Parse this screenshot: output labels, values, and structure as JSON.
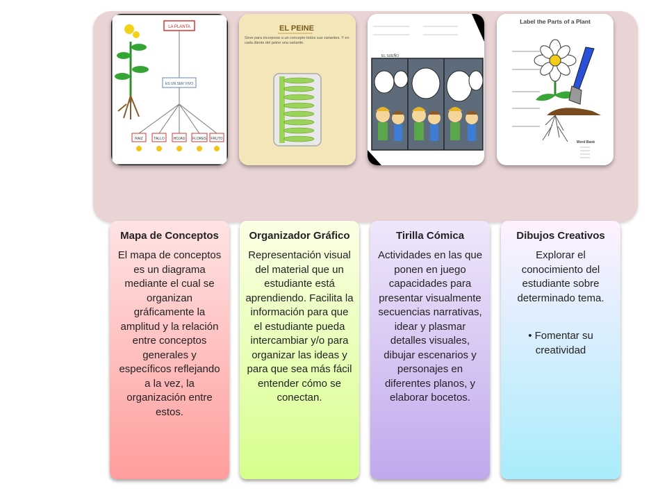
{
  "thumbnails": {
    "concept_map": {
      "title_label": "LA PLANTA",
      "middle_label": "ES UN SER VIVO",
      "leaf_labels": [
        "RAIZ",
        "TALLO",
        "HOJAS",
        "FLORES",
        "FRUTO"
      ]
    },
    "peine": {
      "title": "EL PEINE",
      "description": "Sirve para incorporar a un concepto todos sus variantes. Y en cada diente del peine una variante."
    },
    "comic": {
      "header_label": "EL SUEÑO"
    },
    "plant_label": {
      "title": "Label the Parts of a Plant",
      "word_bank": "Word Bank"
    }
  },
  "cards": [
    {
      "title": "Mapa de Conceptos",
      "body": "El mapa de conceptos es un diagrama mediante el cual se organizan gráficamente la amplitud y la relación entre conceptos generales y específicos reflejando a la vez, la organización entre estos."
    },
    {
      "title": "Organizador Gráfico",
      "body": "Representación visual del material que un estudiante está aprendiendo. Facilita la información para que el estudiante pueda intercambiar y/o para organizar las ideas y para que sea más fácil entender cómo se conectan."
    },
    {
      "title": "Tirilla Cómica",
      "body": "Actividades en las que ponen en juego capacidades para presentar visualmente secuencias narrativas, idear y plasmar detalles visuales, dibujar escenarios y personajes en diferentes planos, y elaborar bocetos."
    },
    {
      "title": "Dibujos Creativos",
      "body": "Explorar el conocimiento del estudiante sobre determinado tema.",
      "bullet": "• Fomentar su creatividad"
    }
  ]
}
